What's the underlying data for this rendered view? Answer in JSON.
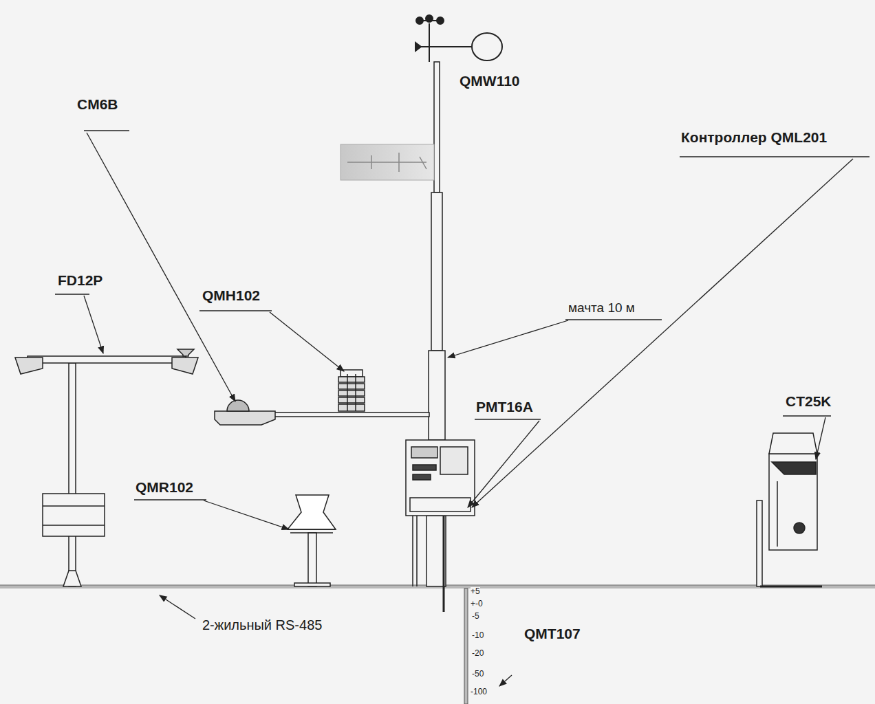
{
  "diagram": {
    "labels": [
      "QMW110",
      "CM6B",
      "Контроллер QML201",
      "FD12P",
      "QMH102",
      "мачта 10 м",
      "PMT16A",
      "QMR102",
      "CT25K",
      "2-жильный RS-485",
      "QMT107",
      "+5",
      "+-0",
      "-5",
      "-10",
      "-20",
      "-50",
      "-100"
    ]
  }
}
